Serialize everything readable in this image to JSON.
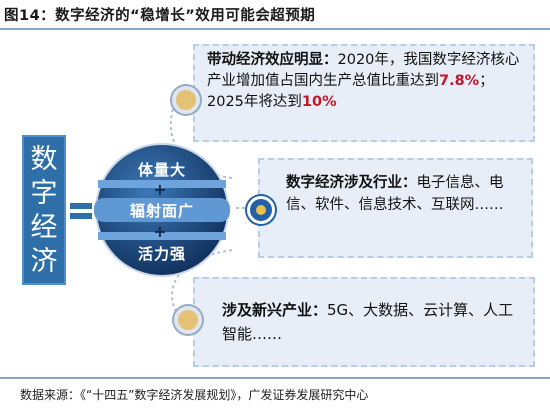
{
  "title": "图14：数字经济的“稳增长”效用可能会超预期",
  "center": {
    "label": [
      "数",
      "字",
      "经",
      "济"
    ],
    "layers": [
      "体量大",
      "辐射面广",
      "活力强"
    ],
    "plus": "+"
  },
  "cards": [
    {
      "heading": "带动经济效应明显：",
      "parts": [
        "2020年，我国数字经济核心产业增加值占国内生产总值比重达到",
        "7.8%",
        "；2025年将达到",
        "10%"
      ]
    },
    {
      "heading": "数字经济涉及行业：",
      "body": "电子信息、电信、软件、信息技术、互联网……"
    },
    {
      "heading": "涉及新兴产业：",
      "body": "5G、大数据、云计算、人工智能……"
    }
  ],
  "source": "数据来源：《“十四五”数字经济发展规划》，广发证券发展研究中心",
  "colors": {
    "primary_blue": "#2f6fa9",
    "dark_blue": "#0f2f5a",
    "highlight_red": "#c0172a",
    "card_bg": "#e7eef7",
    "node_gold": "#e3c275"
  }
}
